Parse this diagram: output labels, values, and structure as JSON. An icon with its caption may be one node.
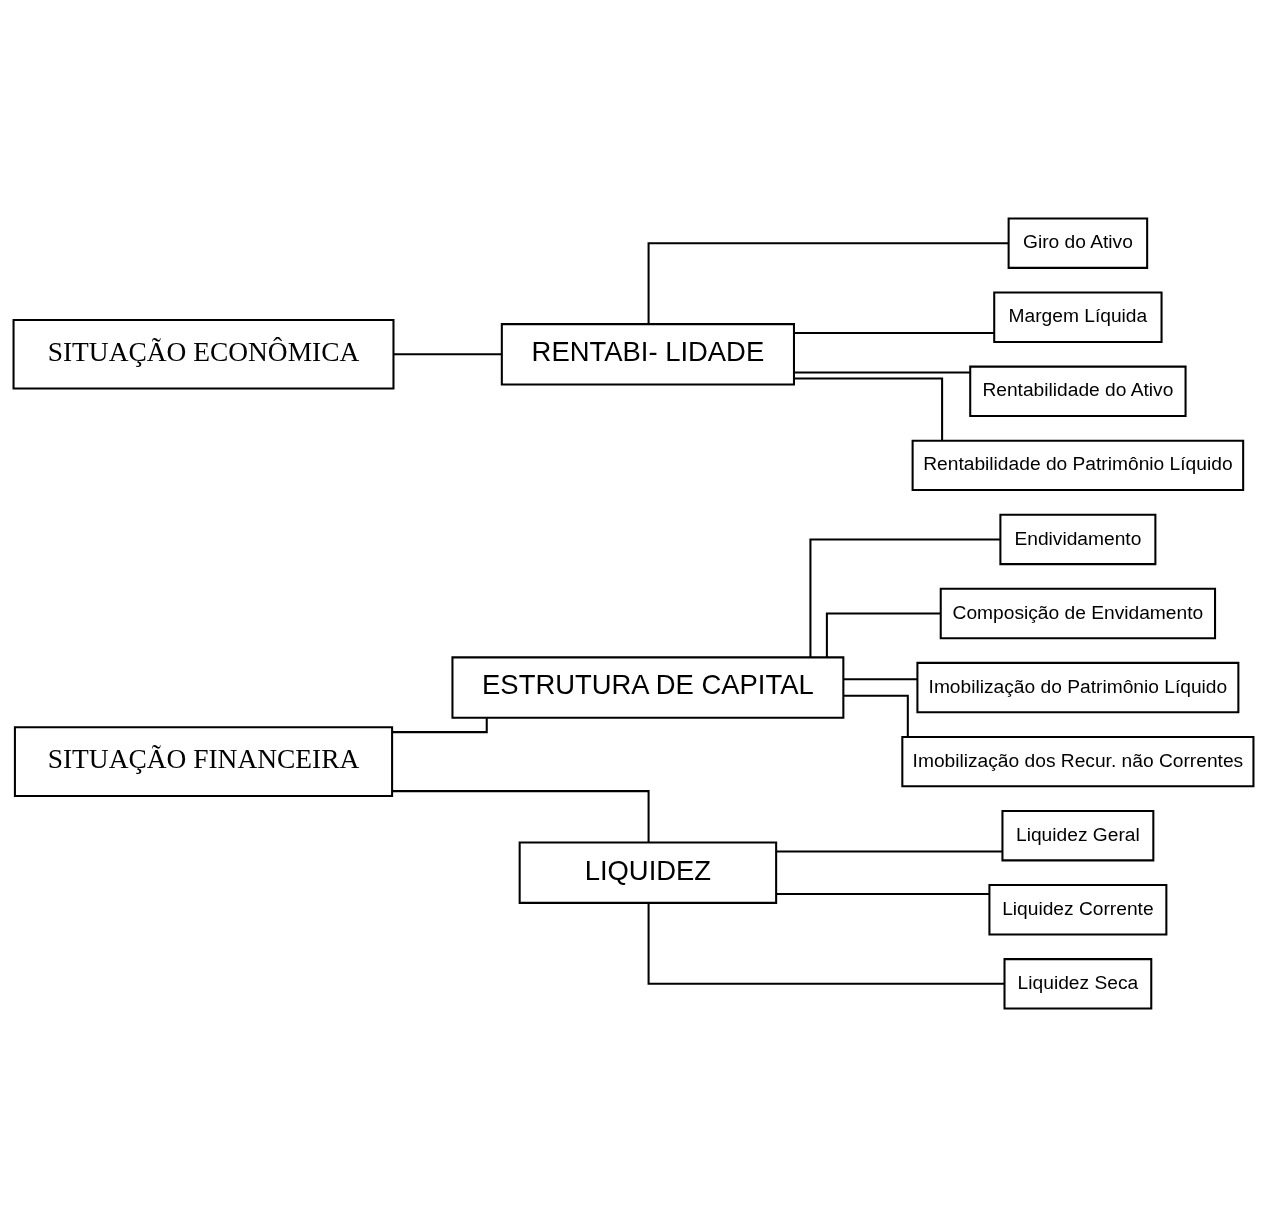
{
  "diagram": {
    "nodes": [
      {
        "text": [
          "SITUAÇÃO FINANCEIRA"
        ]
      },
      {
        "text": [
          "ESTRUTURA DE CAPITAL"
        ]
      },
      {
        "text": [
          "Endividamento"
        ]
      },
      {
        "text": [
          "Composição de Envidamento"
        ]
      },
      {
        "text": [
          "Imobilização do Patrimônio Líquido"
        ]
      },
      {
        "text": [
          "Imobilização dos Recur. não Correntes"
        ]
      },
      {
        "text": [
          "LIQUIDEZ"
        ]
      },
      {
        "text": [
          "Liquidez Geral"
        ]
      },
      {
        "text": [
          "Liquidez Corrente"
        ]
      },
      {
        "text": [
          "Liquidez Seca"
        ]
      },
      {
        "text": [
          "SITUAÇÃO ECONÔMICA"
        ]
      },
      {
        "text": [
          "RENTABI- LIDADE"
        ]
      },
      {
        "text": [
          "Giro do Ativo"
        ]
      },
      {
        "text": [
          "Margem Líquida"
        ]
      },
      {
        "text": [
          "Rentabilidade do Ativo"
        ]
      },
      {
        "text": [
          "Rentabilidade do Patrimônio Líquido"
        ]
      }
    ],
    "edges": [
      {
        "from": 0,
        "to": 1,
        "arrow": "none"
      },
      {
        "from": 0,
        "to": 6,
        "arrow": "none"
      },
      {
        "from": 1,
        "to": 2,
        "arrow": "none"
      },
      {
        "from": 1,
        "to": 3,
        "arrow": "none"
      },
      {
        "from": 1,
        "to": 4,
        "arrow": "none"
      },
      {
        "from": 1,
        "to": 5,
        "arrow": "none"
      },
      {
        "from": 6,
        "to": 7,
        "arrow": "none"
      },
      {
        "from": 6,
        "to": 8,
        "arrow": "none"
      },
      {
        "from": 6,
        "to": 9,
        "arrow": "none"
      },
      {
        "from": 10,
        "to": 11,
        "arrow": "none"
      },
      {
        "from": 11,
        "to": 12,
        "arrow": "none"
      },
      {
        "from": 11,
        "to": 13,
        "arrow": "none"
      },
      {
        "from": 11,
        "to": 14,
        "arrow": "none"
      },
      {
        "from": 11,
        "to": 15,
        "arrow": "none"
      }
    ]
  }
}
